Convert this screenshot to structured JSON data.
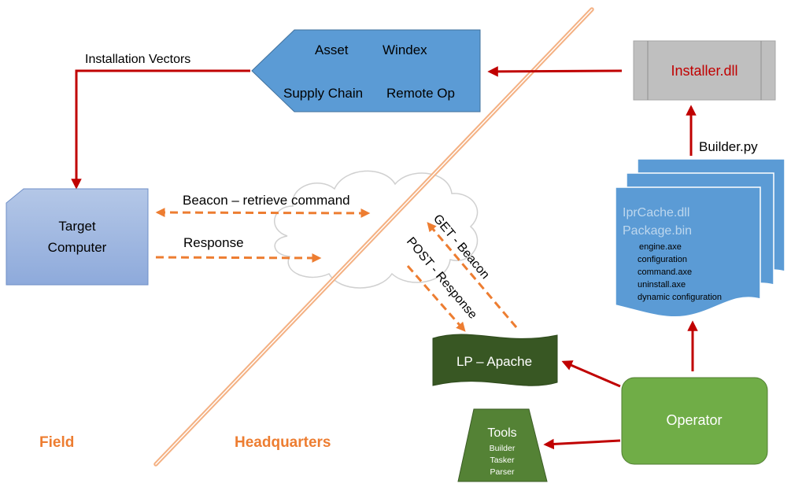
{
  "vectors": {
    "label": "Installation Vectors",
    "items": [
      "Asset",
      "Windex",
      "Supply Chain",
      "Remote Op"
    ]
  },
  "installer": {
    "label": "Installer.dll"
  },
  "builder": {
    "label": "Builder.py"
  },
  "package": {
    "title1": "IprCache.dll",
    "title2": "Package.bin",
    "items": [
      "engine.axe",
      "configuration",
      "command.axe",
      "uninstall.axe",
      "dynamic configuration"
    ]
  },
  "target": {
    "line1": "Target",
    "line2": "Computer"
  },
  "beacon": {
    "label": "Beacon – retrieve command"
  },
  "response": {
    "label": "Response"
  },
  "get_beacon": {
    "label": "GET - Beacon"
  },
  "post_response": {
    "label": "POST - Response"
  },
  "lp": {
    "label": "LP – Apache"
  },
  "operator": {
    "label": "Operator"
  },
  "tools": {
    "title": "Tools",
    "items": [
      "Builder",
      "Tasker",
      "Parser"
    ]
  },
  "zones": {
    "field": "Field",
    "headquarters": "Headquarters"
  },
  "colors": {
    "blue": "#5b9bd5",
    "red_arrow": "#c00000",
    "orange": "#ed7d31",
    "green": "#70ad47",
    "dark_green": "#385723",
    "tools_green": "#548235",
    "gray": "#bfbfbf",
    "target_blue": "#8eaadb"
  }
}
